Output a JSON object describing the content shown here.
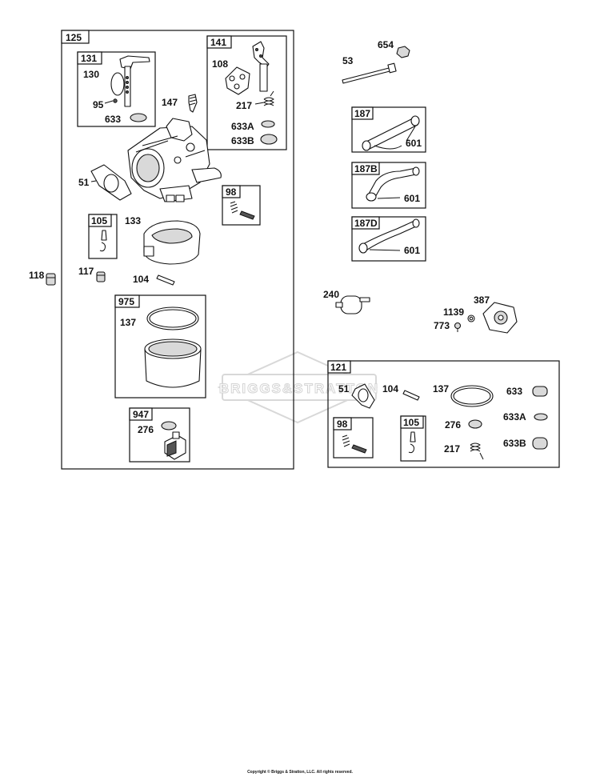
{
  "watermark": "BRIGGS&STRATTON",
  "copyright": "Copyright © Briggs & Stratton, LLC. All rights reserved.",
  "groups": {
    "g125": "125",
    "g131": "131",
    "g141": "141",
    "g105": "105",
    "g98": "98",
    "g975": "975",
    "g947": "947",
    "g187": "187",
    "g187b": "187B",
    "g187d": "187D",
    "g121": "121",
    "g121_98": "98",
    "g121_105": "105"
  },
  "labels": {
    "l130": "130",
    "l95": "95",
    "l633_131": "633",
    "l147": "147",
    "l108": "108",
    "l217_141": "217",
    "l633a_141": "633A",
    "l633b_141": "633B",
    "l51_main": "51",
    "l133": "133",
    "l117": "117",
    "l104_main": "104",
    "l118": "118",
    "l137_975": "137",
    "l276_947": "276",
    "l654": "654",
    "l53": "53",
    "l601_187": "601",
    "l601_187b": "601",
    "l601_187d": "601",
    "l240": "240",
    "l1139": "1139",
    "l773": "773",
    "l387": "387",
    "l51_121": "51",
    "l104_121": "104",
    "l137_121": "137",
    "l633_121": "633",
    "l633a_121": "633A",
    "l633b_121": "633B",
    "l276_121": "276",
    "l217_121": "217"
  }
}
